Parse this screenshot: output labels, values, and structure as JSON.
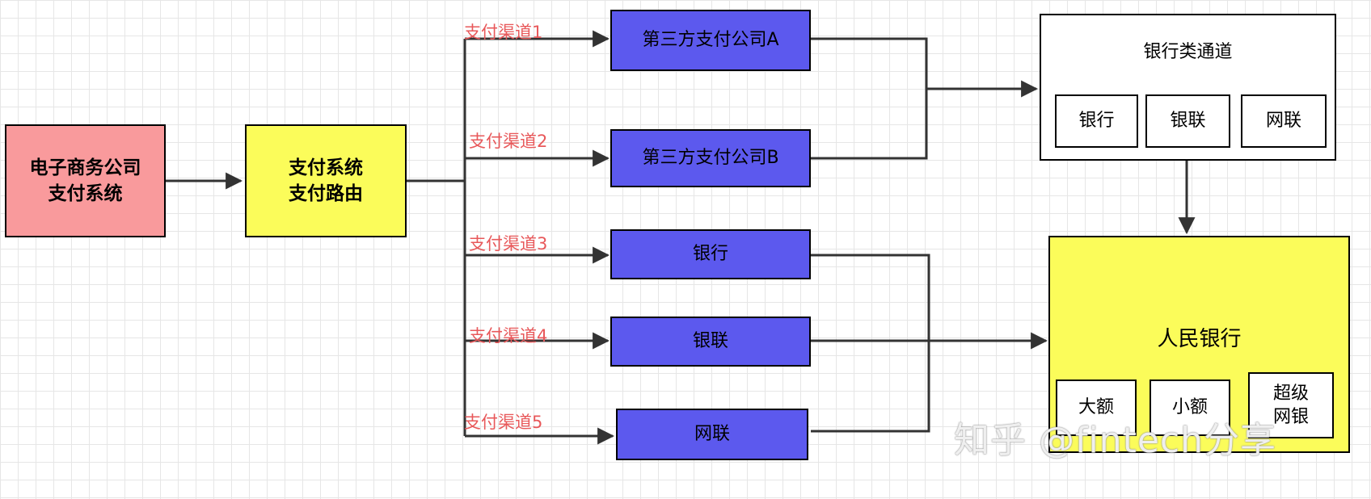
{
  "nodes": {
    "merchant": "电子商务公司\n支付系统",
    "router": "支付系统\n支付路由",
    "third_party_a": "第三方支付公司A",
    "third_party_b": "第三方支付公司B",
    "bank": "银行",
    "unionpay": "银联",
    "netsunion": "网联",
    "bank_channel_group": "银行类通道",
    "group_bank": "银行",
    "group_unionpay": "银联",
    "group_netsunion": "网联",
    "pboc": "人民银行",
    "pboc_large": "大额",
    "pboc_small": "小额",
    "pboc_super": "超级\n网银"
  },
  "channels": [
    "支付渠道1",
    "支付渠道2",
    "支付渠道3",
    "支付渠道4",
    "支付渠道5"
  ],
  "watermark": "知乎 @fintech分享",
  "colors": {
    "pink": "#f99a9c",
    "yellow": "#fbfc5a",
    "blue": "#5c59ee",
    "channel_text": "#e8585a",
    "line": "#333333"
  }
}
